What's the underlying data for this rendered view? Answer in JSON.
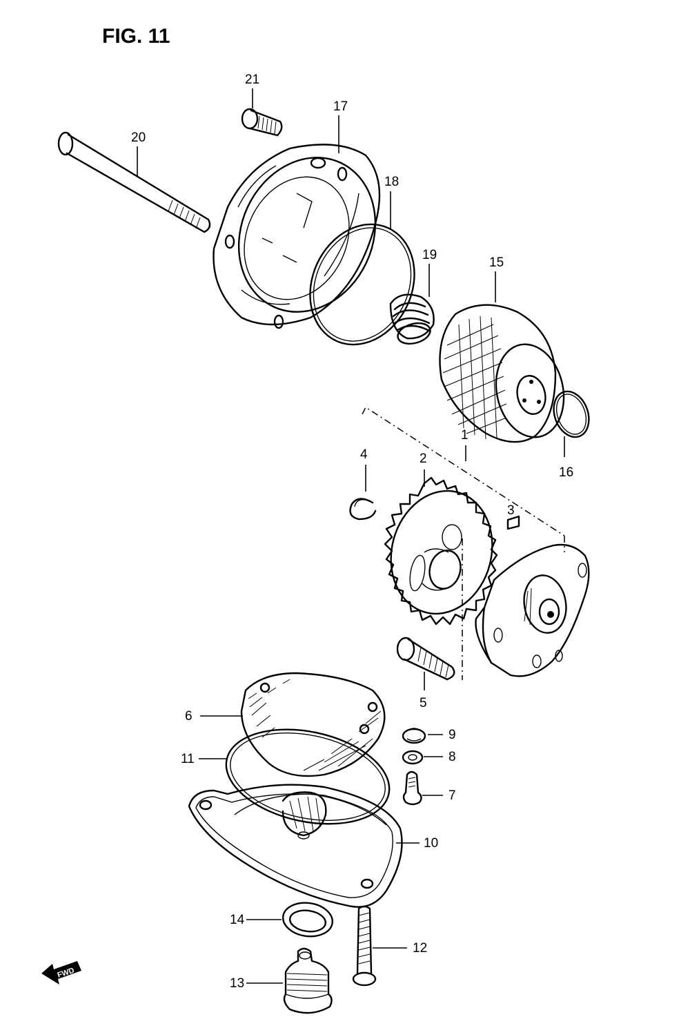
{
  "figure": {
    "title": "FIG. 11",
    "fwd_label": "FWD"
  },
  "callouts": {
    "p1": "1",
    "p2": "2",
    "p3": "3",
    "p4": "4",
    "p5": "5",
    "p6": "6",
    "p7": "7",
    "p8": "8",
    "p9": "9",
    "p10": "10",
    "p11": "11",
    "p12": "12",
    "p13": "13",
    "p14": "14",
    "p15": "15",
    "p16": "16",
    "p17": "17",
    "p18": "18",
    "p19": "19",
    "p20": "20",
    "p21": "21"
  }
}
